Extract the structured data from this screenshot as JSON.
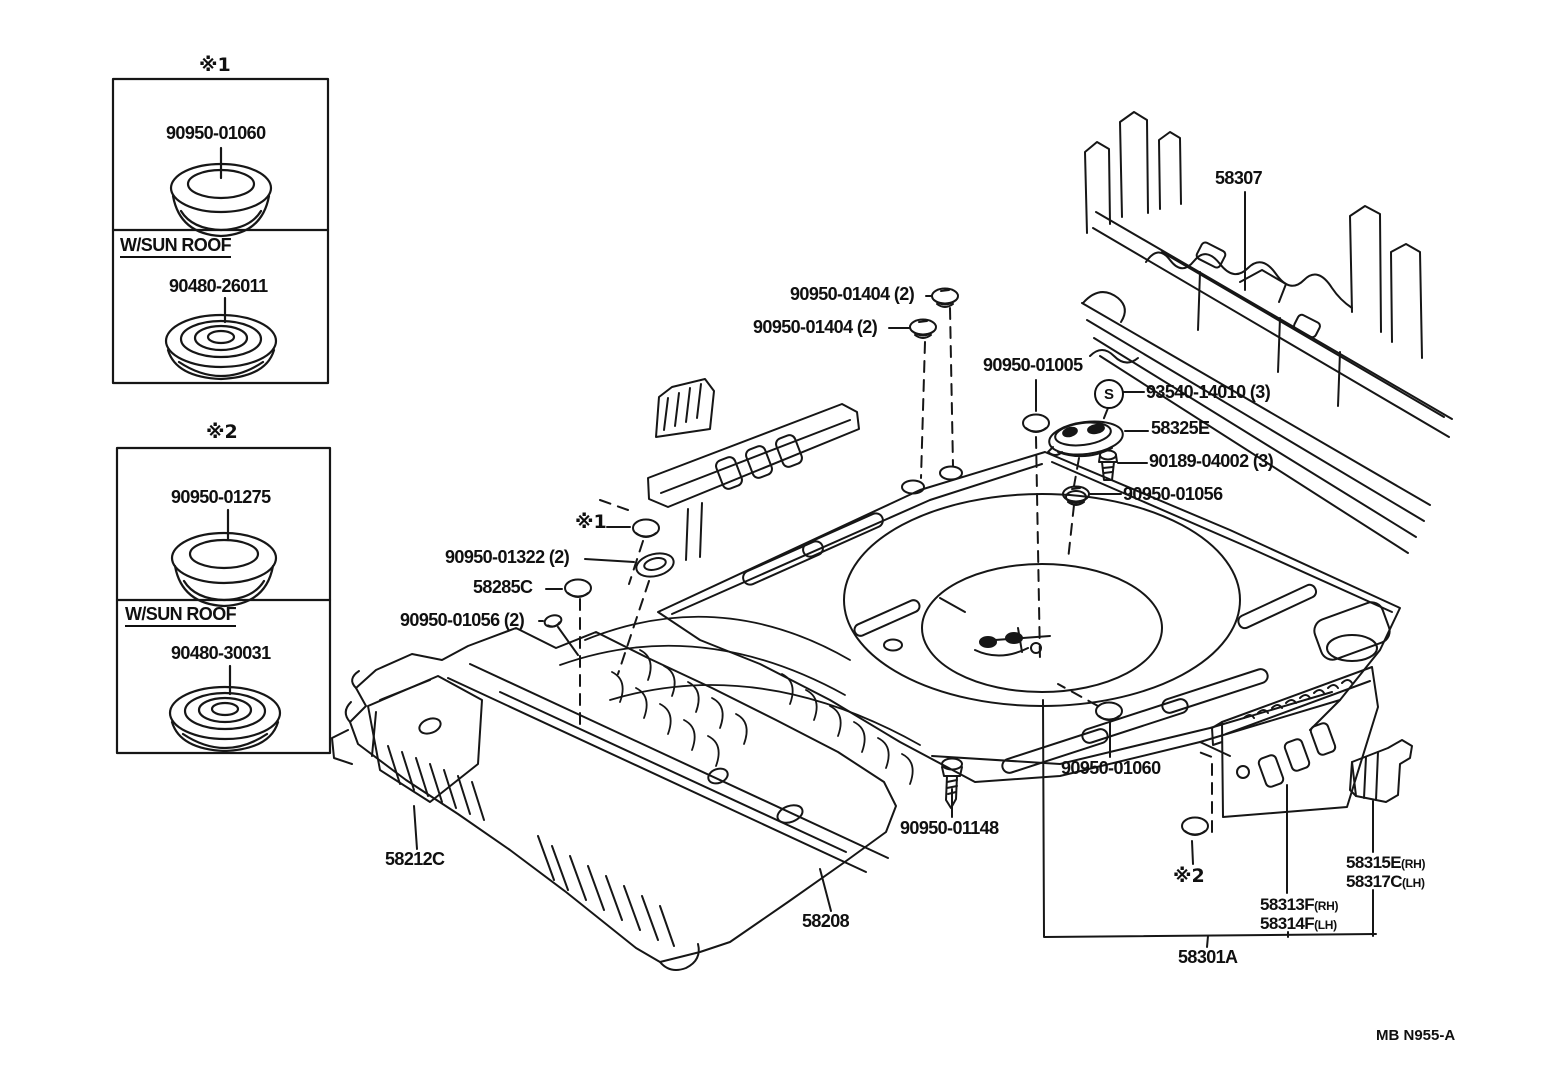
{
  "page": {
    "background": "#ffffff",
    "ink": "#161616",
    "drawing_code": "MB N955-A"
  },
  "detail_boxes": [
    {
      "ref_mark": "※1",
      "plug_part": "90950-01060",
      "variant": "W/SUN ROOF",
      "grommet_part": "90480-26011"
    },
    {
      "ref_mark": "※2",
      "plug_part": "90950-01275",
      "variant": "W/SUN ROOF",
      "grommet_part": "90480-30031"
    }
  ],
  "callouts": {
    "rear_body_panel": "58307",
    "grommet_upper": "90950-01404 (2)",
    "grommet_lower": "90950-01404 (2)",
    "plug_small": "90950-01005",
    "screw_set": "93540-14010 (3)",
    "screw_symbol": "S",
    "service_hole_cover": "58325E",
    "bolt": "90189-04002 (3)",
    "grommet_right": "90950-01056",
    "ref_mark_floor": "※1",
    "grommet_oval": "90950-01322 (2)",
    "hole_plug": "58285C",
    "plug_pair": "90950-01056 (2)",
    "floor_side_end_panel": "58212C",
    "front_floor_pan": "58208",
    "screw_front": "90950-01148",
    "plug_rear": "90950-01060",
    "ref_mark_bracket": "※2",
    "rear_floor_assembly": "58301A"
  },
  "side_members": {
    "inner_rh": "58313F",
    "inner_rh_side": "(RH)",
    "inner_lh": "58314F",
    "inner_lh_side": "(LH)",
    "outer_rh": "58315E",
    "outer_rh_side": "(RH)",
    "outer_lh": "58317C",
    "outer_lh_side": "(LH)"
  }
}
